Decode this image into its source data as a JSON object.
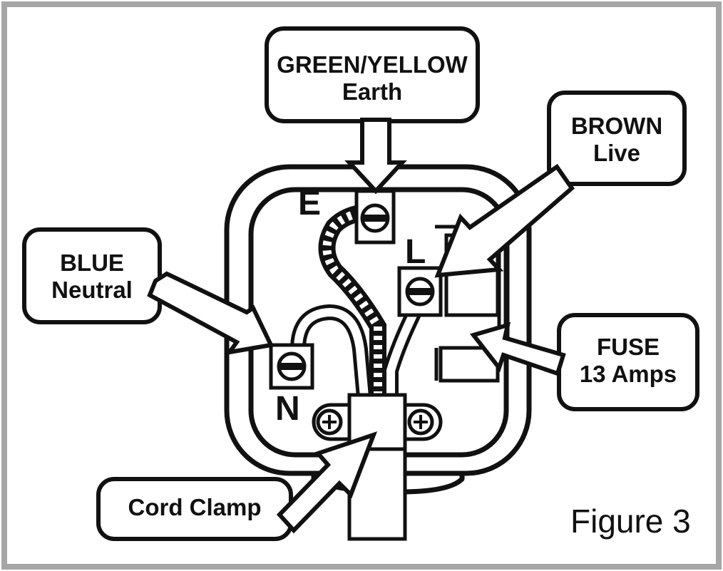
{
  "callouts": {
    "earth": {
      "color_name": "GREEN/YELLOW",
      "wire": "Earth"
    },
    "live": {
      "color_name": "BROWN",
      "wire": "Live"
    },
    "neutral": {
      "color_name": "BLUE",
      "wire": "Neutral"
    },
    "fuse": {
      "name": "FUSE",
      "rating": "13 Amps"
    },
    "clamp": {
      "name": "Cord Clamp"
    }
  },
  "terminals": {
    "earth": "E",
    "live": "L",
    "neutral": "N"
  },
  "caption": "Figure 3",
  "colors": {
    "stroke": "#111111",
    "frame": "#a6a6a6",
    "background": "#ffffff"
  }
}
